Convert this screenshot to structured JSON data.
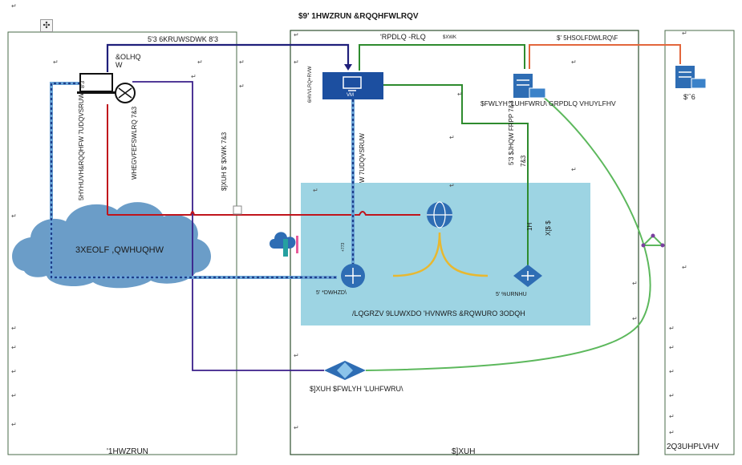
{
  "title": "$9' 1HWZRUN &RQQHFWLRQV",
  "zones": {
    "left": "'1HWZRUN",
    "azure": "$]XUH",
    "onprem": "2Q3UHPLVHV"
  },
  "labels": {
    "rdp_shortpath": "5'3 6KRUWSDWK 8'3",
    "client_with": "&OLHQ",
    "client_w": "W",
    "domain_join": "'RPDLQ -RLQ",
    "domain_auth": "$XWK",
    "ad_replication": "$' 5HSOLFDWLRQ\\F",
    "ad_ds": "$'`6",
    "dc_services": "$FWLYH 'LUHFWRU\\ GRPDLQ VHUYLFHV",
    "public_internet": "3XEOLF ,QWHUQHW",
    "azure_ad_auth": "$]XUH $' $XWK 7&3",
    "reverse_connect": "5HYHUVH&RQQHFW 7UDQVSRUW",
    "rdp_agent": "5'3 $JHQW FRPP 7&3",
    "vm": "VM",
    "vm_transport": "W 7UDQVSRUW",
    "session_host": "6HVVLRQ+RVW",
    "rd_gateway": "5' *DWHZD\\",
    "rd_broker": "5' %URNHU",
    "vnet": "/LQGRZV 9LUWXDO 'HVNWRS &RQWURO 3ODQH",
    "azure_ad": "$]XUH $FWLYH 'LUHFWRU\\",
    "https": "+773",
    "client_tcp": "WHEGVFEFSWLRQ 7&3",
    "xpas": "X[$ $",
    "nh": "1H",
    "tcp_small": "7&3",
    "rdp_vertical": "8'3"
  },
  "paragraph_mark": "↵",
  "colors": {
    "navy": "#1f1f7a",
    "blue": "#1f4e9e",
    "dotted_blue": "#2e5fb0",
    "green": "#2e8b2e",
    "light_green": "#5cb85c",
    "orange": "#e2663c",
    "red": "#c0141c",
    "purple": "#3a1f8a",
    "gold": "#e8b830",
    "vnet_fill": "#9dd4e3",
    "cloud_fill": "#6b9dc8"
  }
}
